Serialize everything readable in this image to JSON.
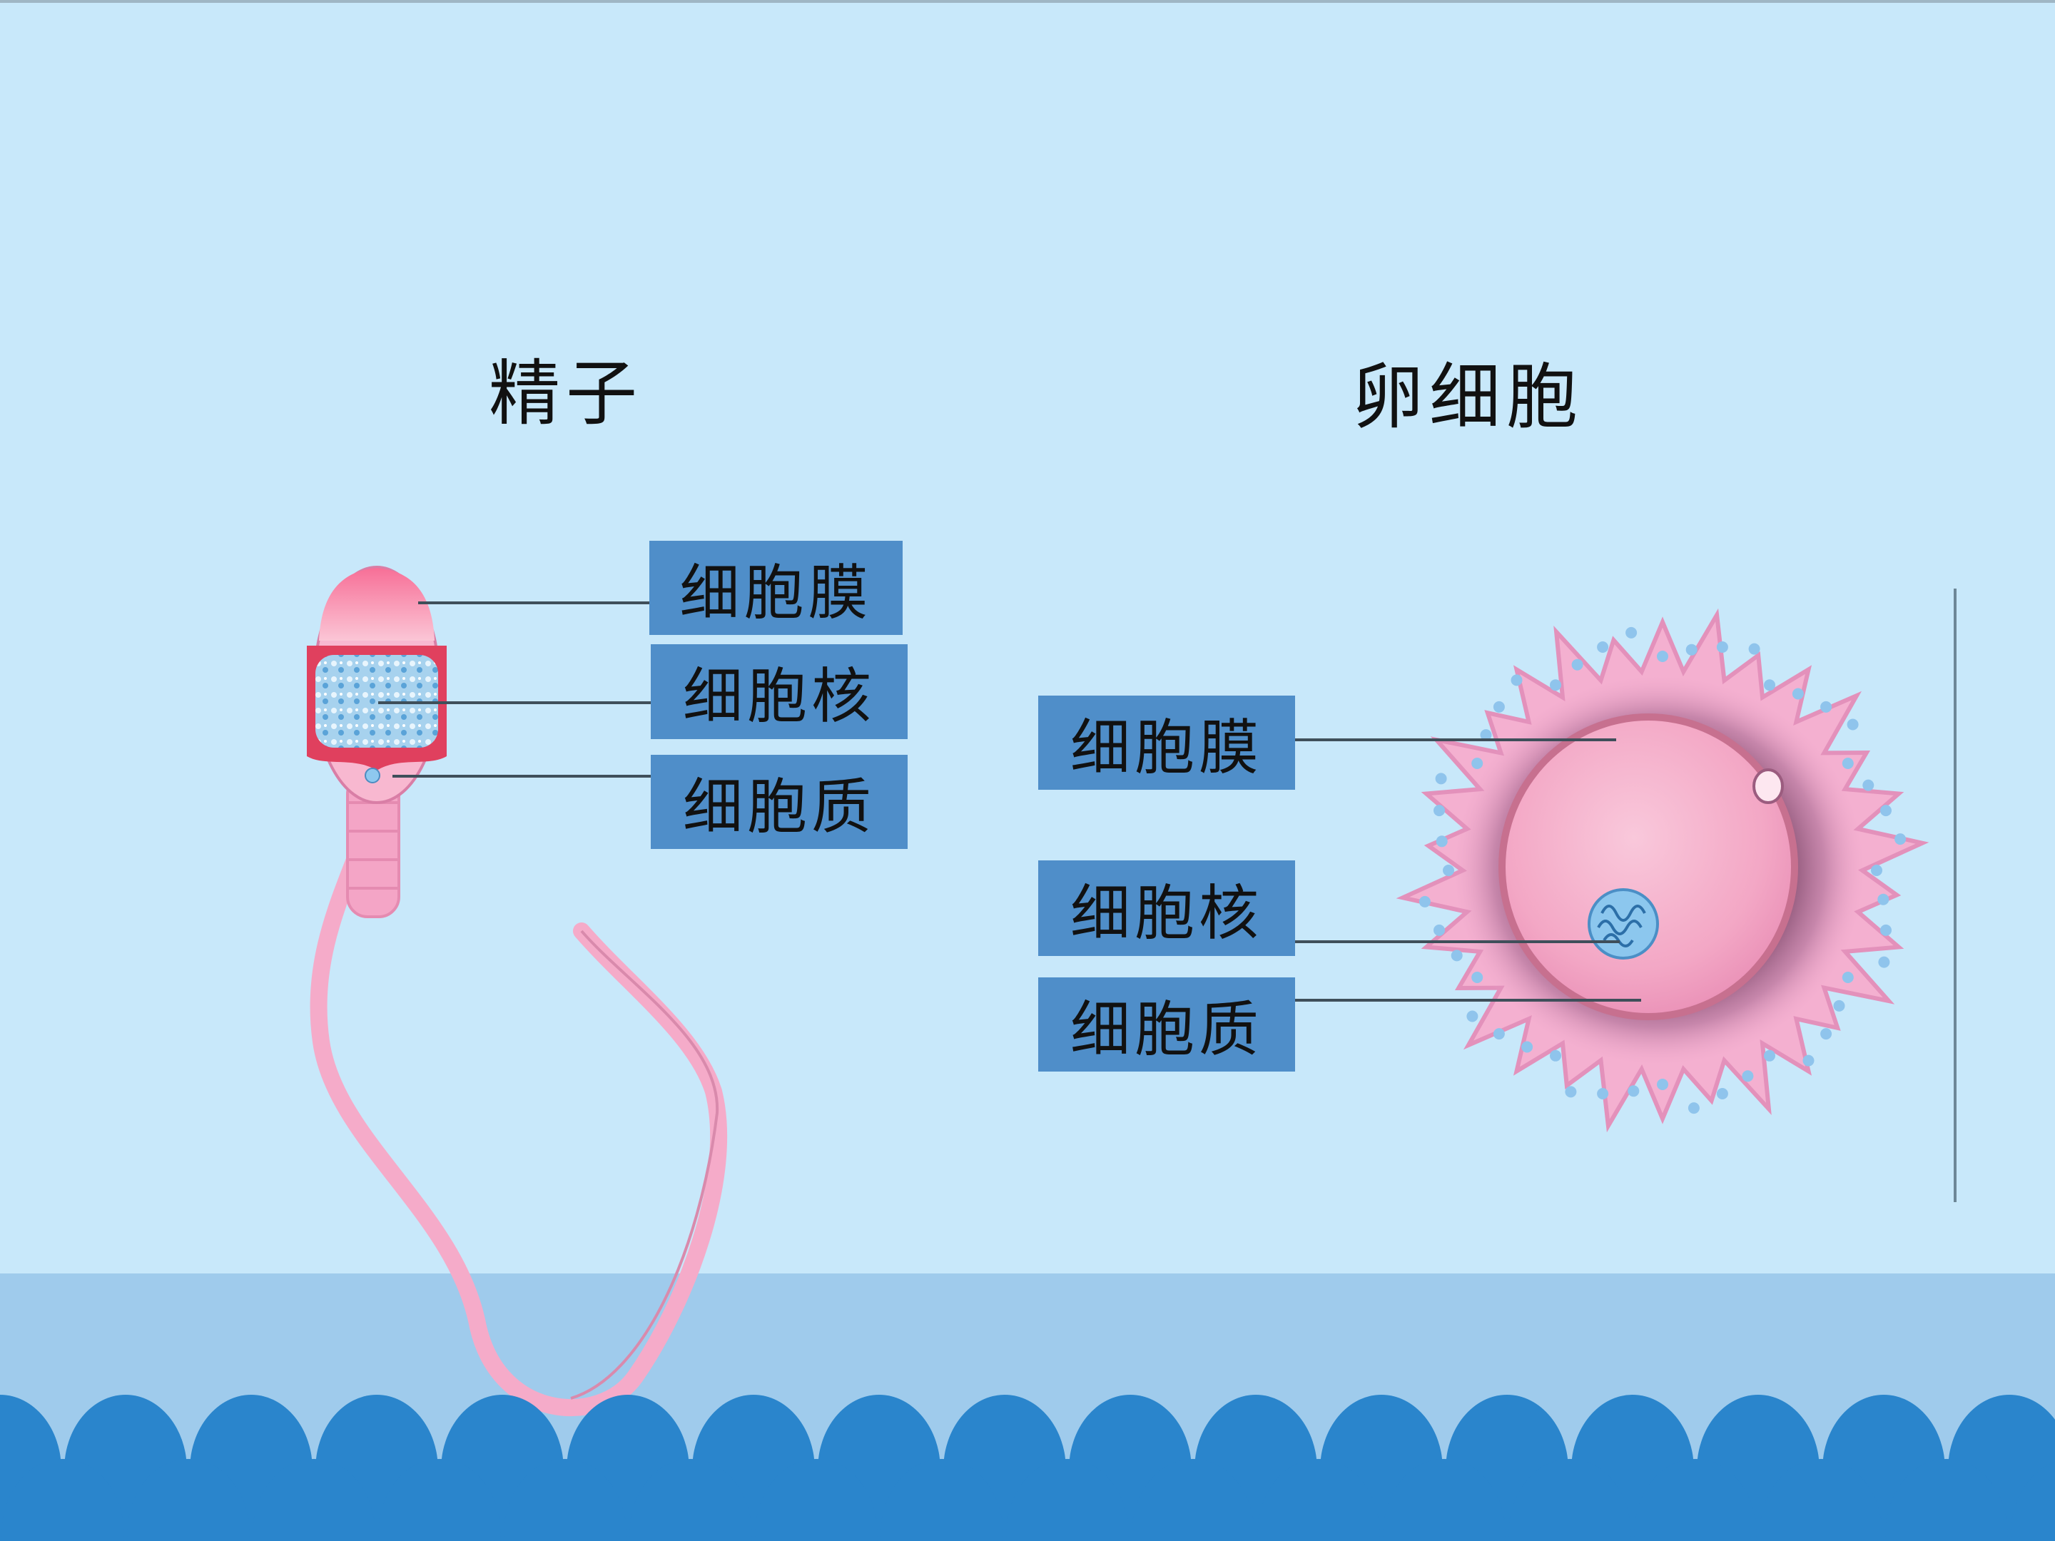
{
  "sperm": {
    "title": "精子",
    "labels": {
      "membrane": "细胞膜",
      "nucleus": "细胞核",
      "cytoplasm": "细胞质"
    }
  },
  "egg": {
    "title": "卵细胞",
    "labels": {
      "membrane": "细胞膜",
      "nucleus": "细胞核",
      "cytoplasm": "细胞质"
    }
  },
  "colors": {
    "background": "#c8e8fa",
    "label_box": "#4f8ec9",
    "wave": "#2a85cc",
    "cell_pink": "#f3a2c4",
    "nucleus_blue": "#5aa3d8"
  }
}
